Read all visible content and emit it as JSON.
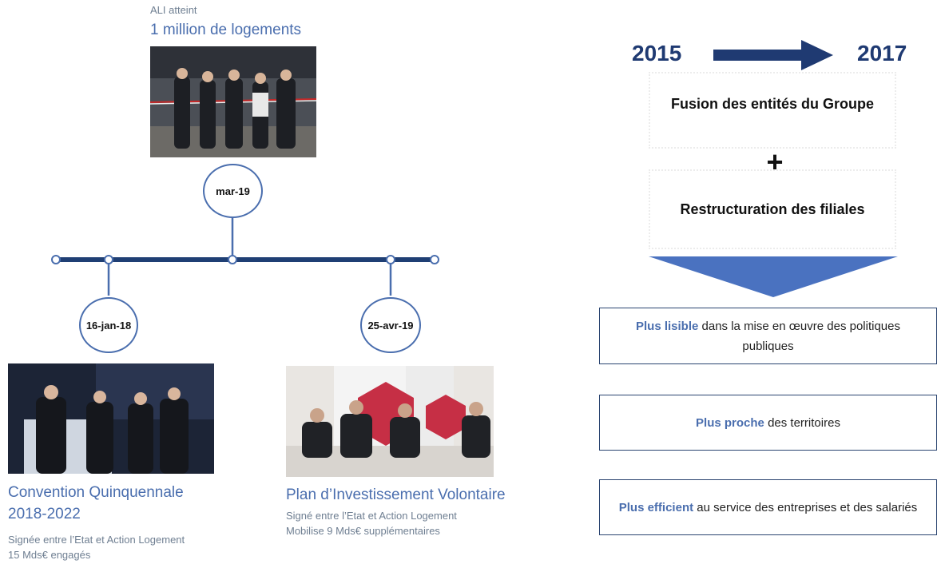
{
  "top_event": {
    "kicker": "ALI atteint",
    "title": "1 million de logements",
    "date": "mar-19"
  },
  "left_event": {
    "date": "16-jan-18",
    "title_line1": "Convention Quinquennale",
    "title_line2": "2018-2022",
    "desc1": "Signée entre l’Etat et Action Logement",
    "desc2": "15 Mds€ engagés"
  },
  "right_event": {
    "date": "25-avr-19",
    "title": "Plan d’Investissement Volontaire",
    "desc1": "Signé entre l’Etat et Action Logement",
    "desc2": "Mobilise 9 Mds€ supplémentaires"
  },
  "timeframe": {
    "start_year": "2015",
    "end_year": "2017"
  },
  "actions": {
    "fusion": "Fusion des entités du Groupe",
    "plus": "+",
    "restructuration": "Restructuration des filiales"
  },
  "outcomes": [
    {
      "highlight": "Plus lisible",
      "rest": " dans la mise en œuvre des politiques publiques"
    },
    {
      "highlight": "Plus proche",
      "rest": " des territoires"
    },
    {
      "highlight": "Plus efficient",
      "rest": " au service des entreprises et des salariés"
    }
  ],
  "colors": {
    "accent_blue": "#4a6eae",
    "dark_navy": "#1f3a72",
    "timeline_navy": "#1f3f74",
    "grey_text": "#6f7f92"
  }
}
